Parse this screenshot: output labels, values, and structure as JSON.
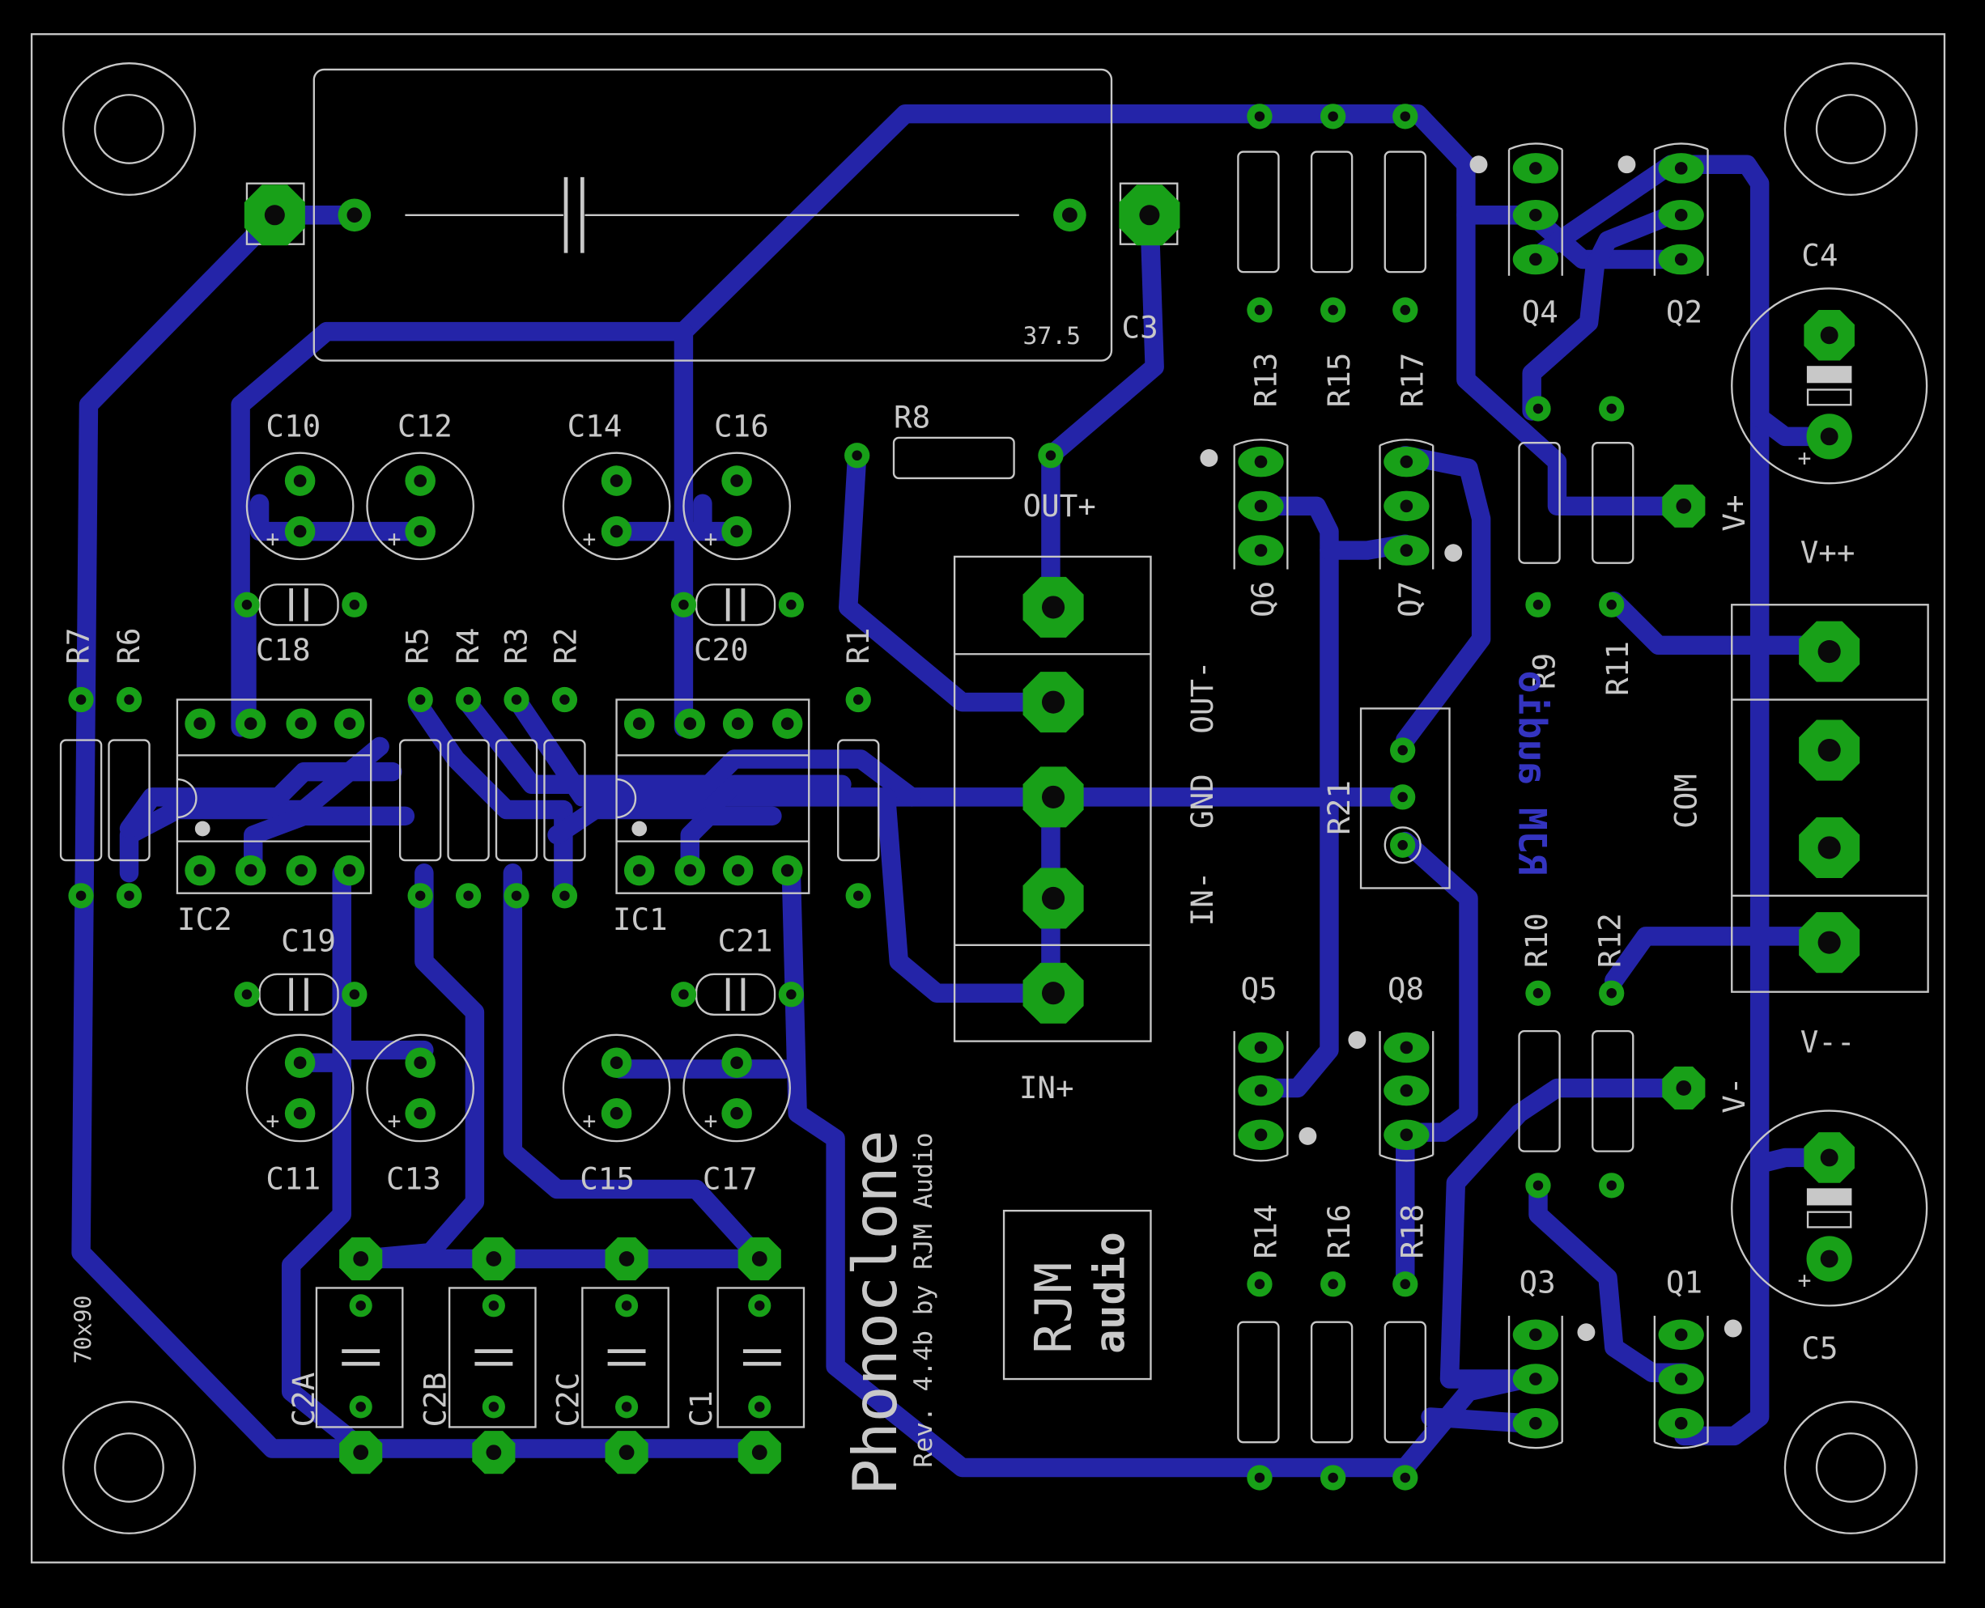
{
  "colors": {
    "background": "#000000",
    "silkscreen": "#c8c8c8",
    "trace": "#2424a8",
    "pad": "#18a018",
    "drill": "#0a0a0a",
    "blue_text": "#3434c0"
  },
  "board": {
    "title": "Phonoclone",
    "revision": "Rev. 4.4b by RJM Audio",
    "size_label": "70x90",
    "mirrored_text": "RJM audio",
    "logo": {
      "line1": "RJM",
      "line2": "audio"
    }
  },
  "labels": {
    "C10": "C10",
    "C12": "C12",
    "C14": "C14",
    "C16": "C16",
    "C18": "C18",
    "C20": "C20",
    "C19": "C19",
    "C21": "C21",
    "C11": "C11",
    "C13": "C13",
    "C15": "C15",
    "C17": "C17",
    "C3": "C3",
    "C3_value": "37.5",
    "C4": "C4",
    "C5": "C5",
    "C2A": "C2A",
    "C2B": "C2B",
    "C2C": "C2C",
    "C1": "C1",
    "R1": "R1",
    "R2": "R2",
    "R3": "R3",
    "R4": "R4",
    "R5": "R5",
    "R6": "R6",
    "R7": "R7",
    "R8": "R8",
    "R9": "R9",
    "R10": "R10",
    "R11": "R11",
    "R12": "R12",
    "R13": "R13",
    "R14": "R14",
    "R15": "R15",
    "R16": "R16",
    "R17": "R17",
    "R18": "R18",
    "R21": "R21",
    "IC1": "IC1",
    "IC2": "IC2",
    "Q1": "Q1",
    "Q2": "Q2",
    "Q3": "Q3",
    "Q4": "Q4",
    "Q5": "Q5",
    "Q6": "Q6",
    "Q7": "Q7",
    "Q8": "Q8",
    "OUT_PLUS": "OUT+",
    "IN_PLUS": "IN+",
    "IN_MINUS": "IN-",
    "GND": "GND",
    "OUT_MINUS": "OUT-",
    "V_PLUS": "V+",
    "V_MINUS": "V-",
    "V_PLUS_PLUS": "V++",
    "V_MINUS_MINUS": "V--",
    "COM": "COM"
  }
}
